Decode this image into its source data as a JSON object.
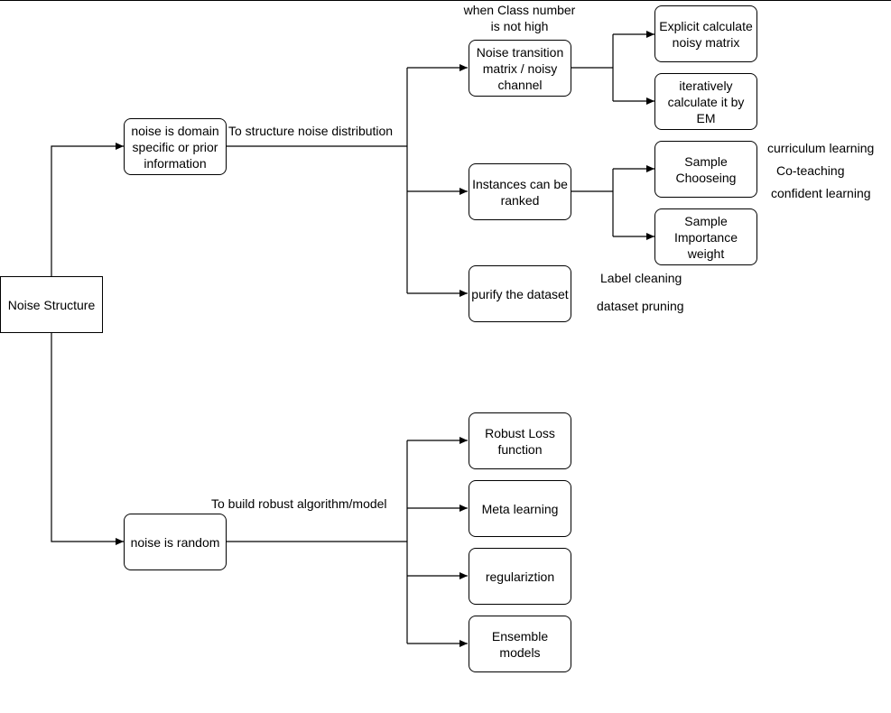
{
  "nodes": {
    "root": "Noise Structure",
    "domain": "noise is domain specific or prior information",
    "random": "noise is random",
    "transition": "Noise transition matrix / noisy channel",
    "ranked": "Instances can be ranked",
    "purify": "purify the dataset",
    "explicit": "Explicit calculate noisy matrix",
    "iterative": "iteratively calculate it by EM",
    "choosing": "Sample Chooseing",
    "importance": "Sample Importance weight",
    "robust_loss": "Robust Loss function",
    "meta": "Meta learning",
    "regularization": "regulariztion",
    "ensemble": "Ensemble models"
  },
  "labels": {
    "structure_edge": "To structure noise distribution",
    "robust_edge": "To build robust algorithm/model",
    "class_number_line1": "when Class number",
    "class_number_line2": "is not high",
    "curriculum": "curriculum learning",
    "coteaching": "Co-teaching",
    "confident": "confident learning",
    "label_cleaning": "Label cleaning",
    "pruning": "dataset pruning"
  }
}
